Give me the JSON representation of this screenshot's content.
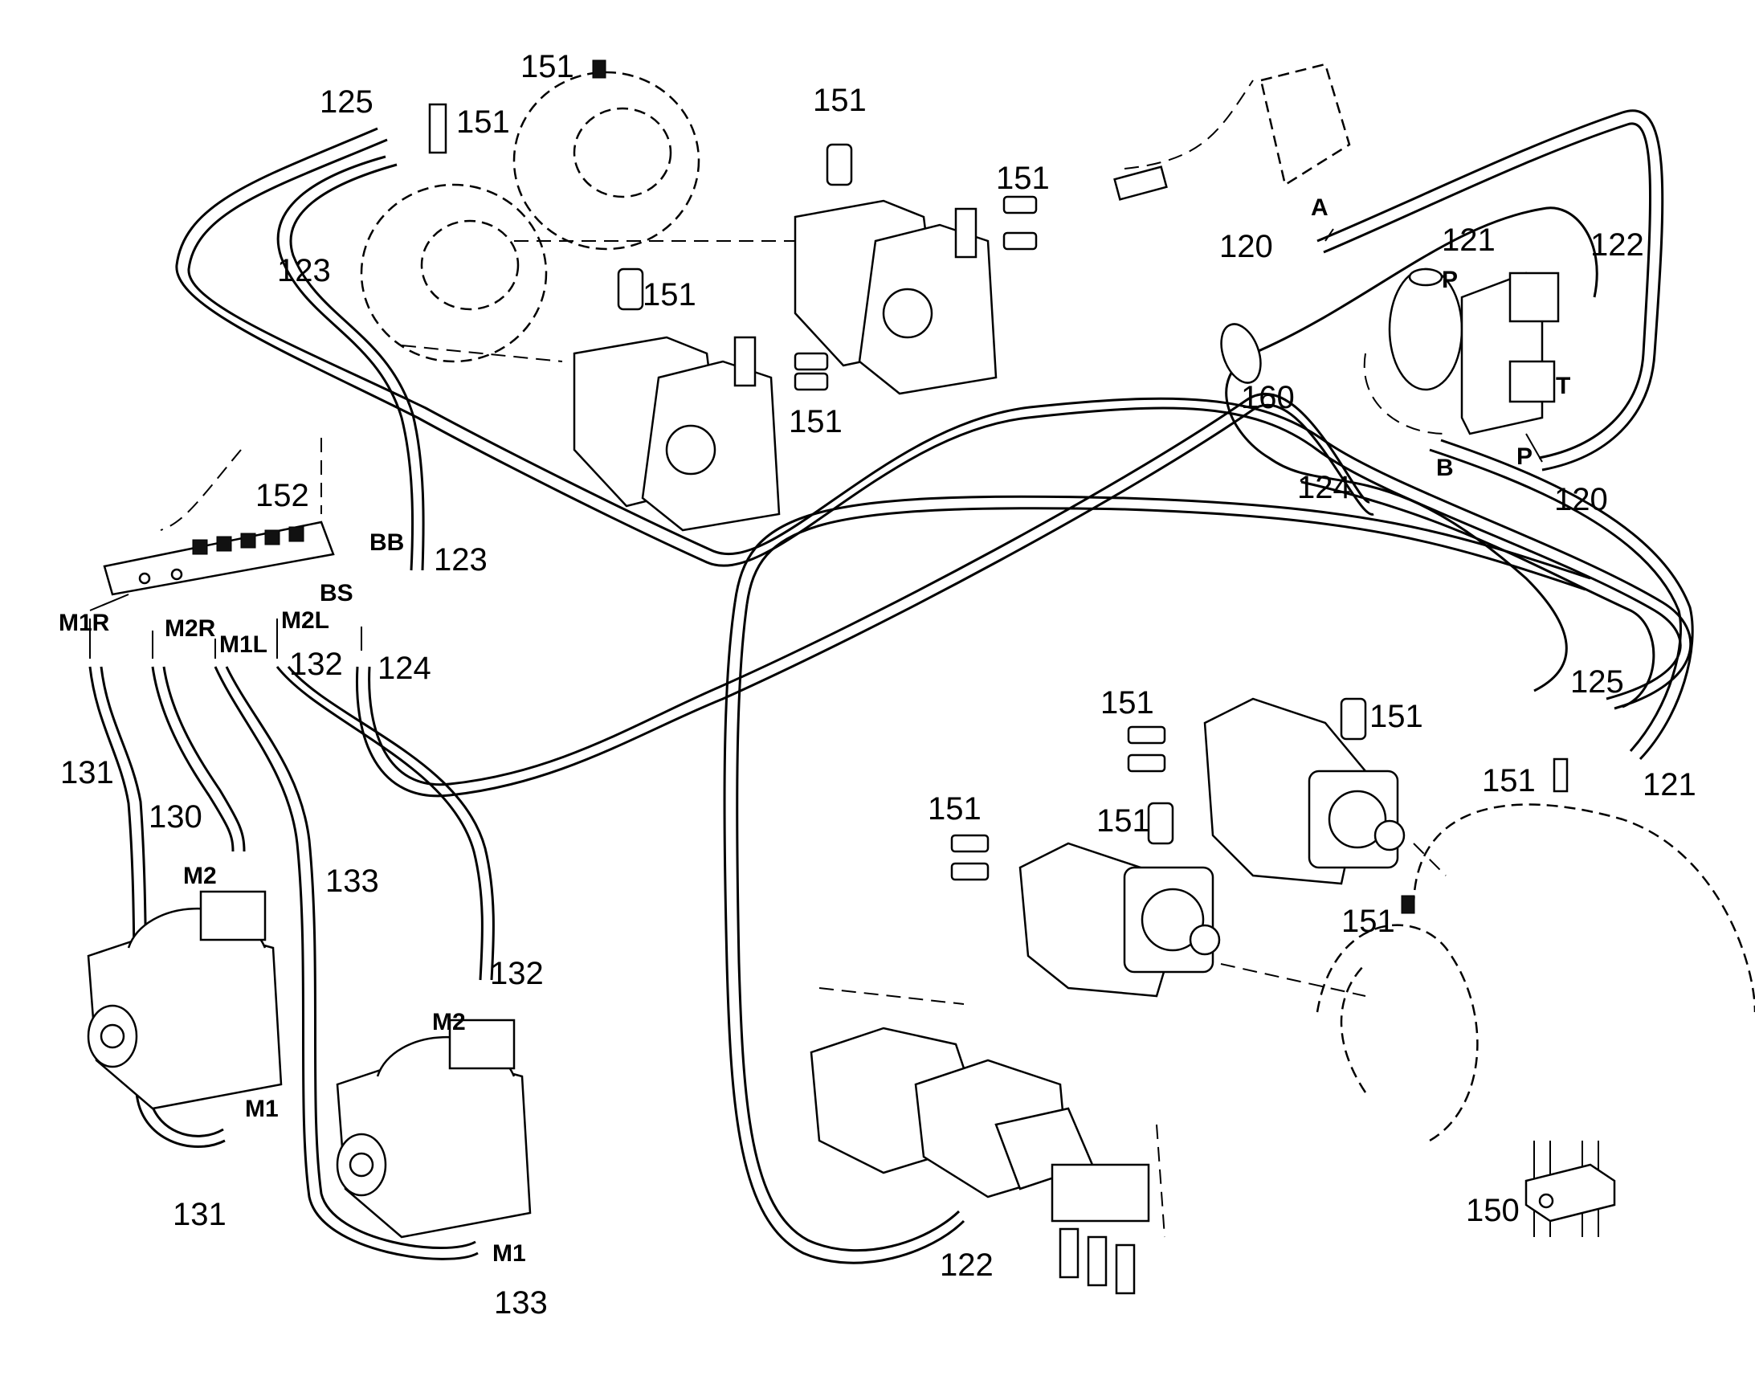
{
  "part_numbers": {
    "p120": "120",
    "p121": "121",
    "p122": "122",
    "p123": "123",
    "p124": "124",
    "p125": "125",
    "p130": "130",
    "p131": "131",
    "p132": "132",
    "p133": "133",
    "p150": "150",
    "p151": "151",
    "p152": "152",
    "p160": "160"
  },
  "ports": {
    "A": "A",
    "B": "B",
    "P": "P",
    "T": "T",
    "BB": "BB",
    "BS": "BS",
    "M1": "M1",
    "M2": "M2",
    "M1R": "M1R",
    "M2R": "M2R",
    "M1L": "M1L",
    "M2L": "M2L"
  }
}
